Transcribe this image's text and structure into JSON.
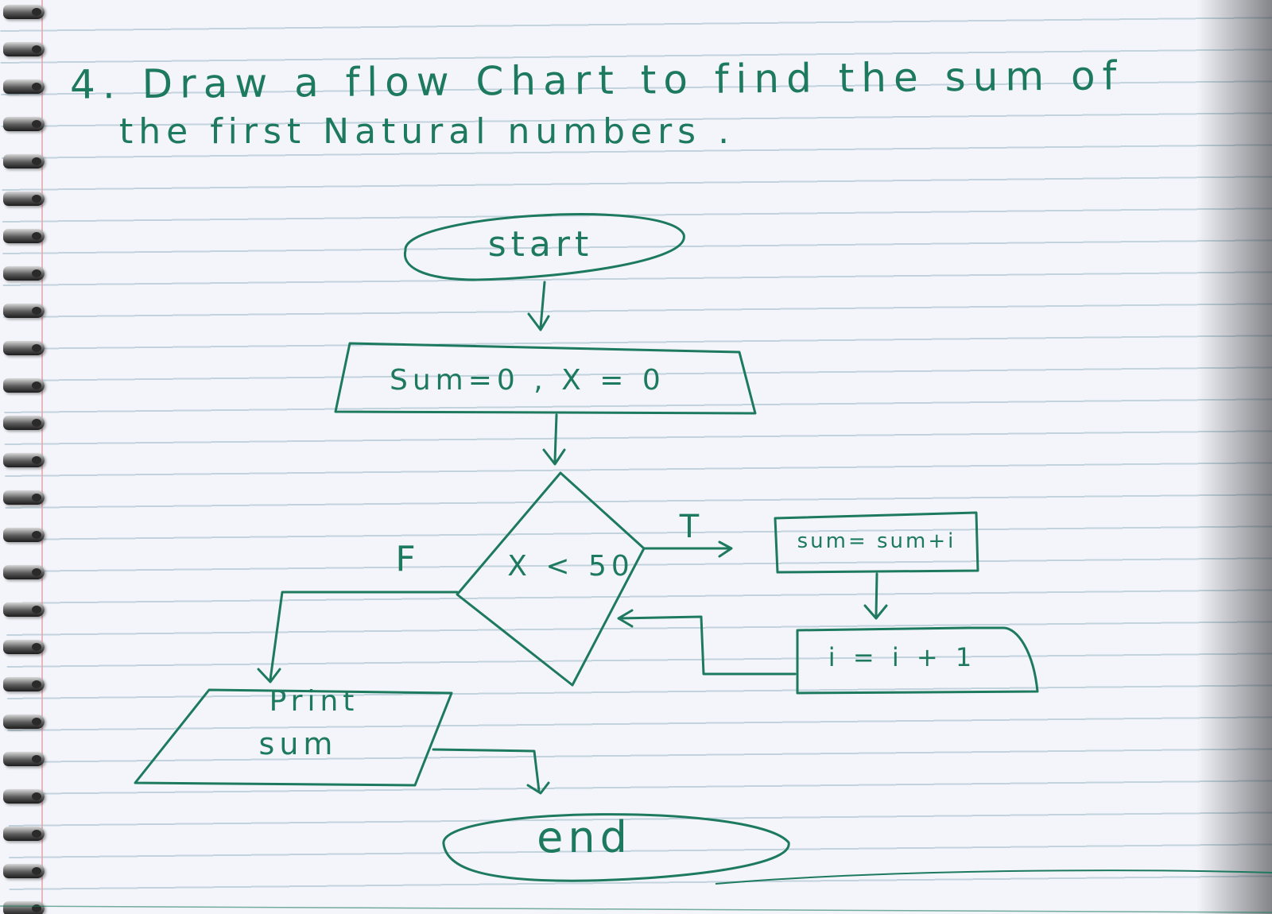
{
  "question": {
    "line1": "4. Draw a flow Chart to find the sum of",
    "line2": "the first Natural numbers ."
  },
  "flowchart": {
    "start_label": "start",
    "init_label": "Sum=0 , X = 0",
    "condition_label": "X < 50",
    "true_label": "T",
    "false_label": "F",
    "process1_label": "sum= sum+i",
    "process2_label": "i = i + 1",
    "output_label_line1": "Print",
    "output_label_line2": "sum",
    "end_label": "end"
  },
  "colors": {
    "ink": "#1d7a5f",
    "paper": "#f4f5fa",
    "rule_line": "#b9cdd8"
  }
}
